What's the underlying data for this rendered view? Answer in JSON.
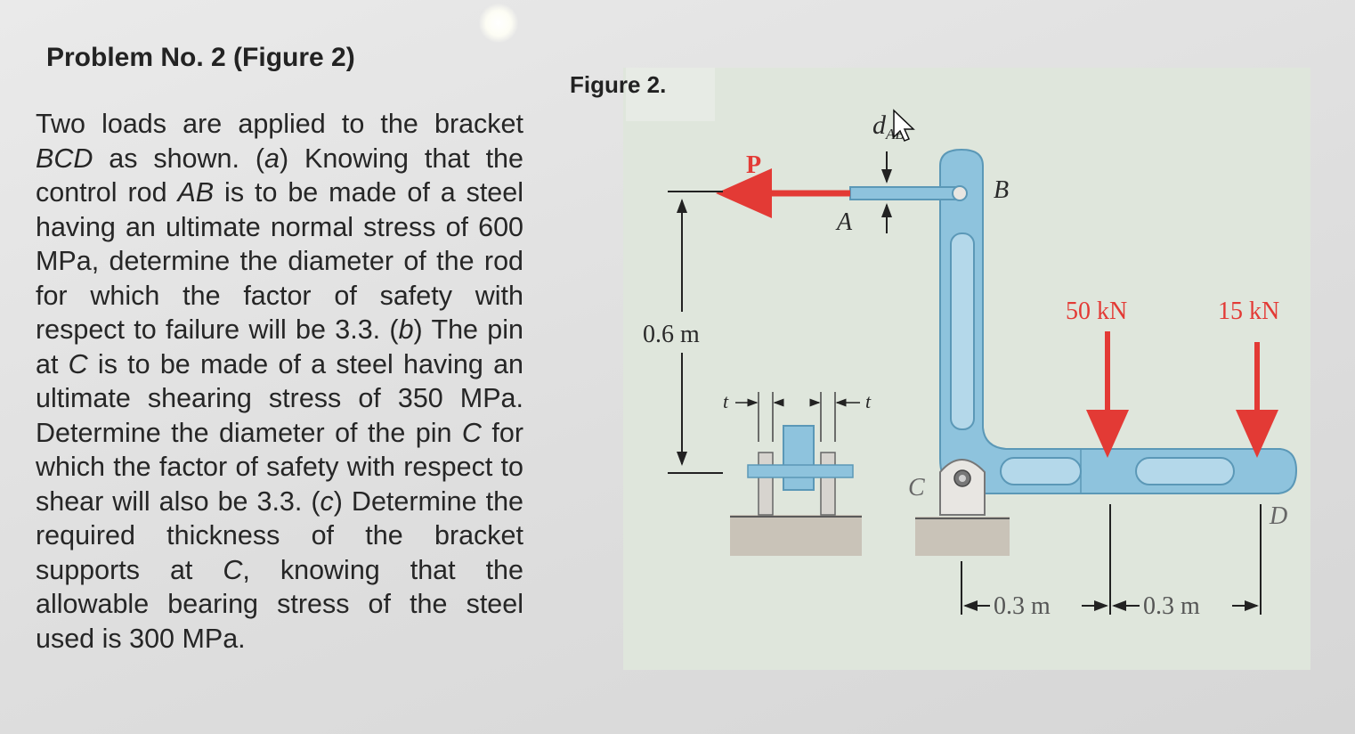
{
  "problem": {
    "title": "Problem No. 2 (Figure 2)",
    "parts": [
      {
        "t": "Two loads are applied to the bracket ",
        "i": false
      },
      {
        "t": "BCD",
        "i": true
      },
      {
        "t": " as shown. (",
        "i": false
      },
      {
        "t": "a",
        "i": true
      },
      {
        "t": ") Knowing that the control rod ",
        "i": false
      },
      {
        "t": "AB",
        "i": true
      },
      {
        "t": " is to be made of a steel having an ultimate normal stress of 600 MPa, determine the diameter of the rod for which the factor of safety with respect to failure will be 3.3. (",
        "i": false
      },
      {
        "t": "b",
        "i": true
      },
      {
        "t": ") The pin at ",
        "i": false
      },
      {
        "t": "C",
        "i": true
      },
      {
        "t": " is to be made of a steel having an ultimate shearing stress of 350 MPa. Determine the diameter of the pin ",
        "i": false
      },
      {
        "t": "C",
        "i": true
      },
      {
        "t": " for which the factor of safety with respect to shear will also be 3.3. (",
        "i": false
      },
      {
        "t": "c",
        "i": true
      },
      {
        "t": ") Determine the required thickness of the bracket supports at ",
        "i": false
      },
      {
        "t": "C",
        "i": true
      },
      {
        "t": ", knowing that the allowable bearing stress of the steel used is 300 MPa.",
        "i": false
      }
    ]
  },
  "figure": {
    "label": "Figure 2.",
    "labels": {
      "d_ab": "d",
      "d_ab_sub": "AB",
      "p": "P",
      "a": "A",
      "b": "B",
      "c": "C",
      "d": "D",
      "t_left": "t",
      "t_right": "t",
      "height": "0.6 m",
      "load1": "50 kN",
      "load2": "15 kN",
      "dist1": "0.3 m",
      "dist2": "0.3 m"
    },
    "colors": {
      "bracket": "#8ec3dd",
      "bracket_edge": "#5b98b7",
      "arrow": "#e33a35",
      "panel": "#dfe6dc",
      "ground": "#c6c0b5"
    }
  }
}
